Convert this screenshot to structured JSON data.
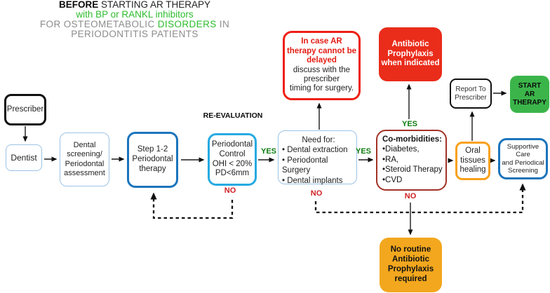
{
  "title": {
    "line1_bold": "BEFORE",
    "line1_rest": " STARTING AR THERAPY",
    "line2": "with BP or RANKL inhibitors",
    "line3_pre": "FOR OSTEOMETABOLIC ",
    "line3_green": "DISORDERS",
    "line3_post": " IN",
    "line4": "PERIODONTITIS PATIENTS"
  },
  "labels": {
    "yes": "YES",
    "no": "NO",
    "reevaluation": "RE-EVALUATION"
  },
  "flow": {
    "prescriber": "Prescriber",
    "dentist": "Dentist",
    "dental_screening": "Dental\nscreening/\nPeriodontal\nassessment",
    "step12": "Step 1-2\nPeriodontal\ntherapy",
    "perio_control": "Periodontal\nControl\nOHI < 20%\nPD<6mm",
    "need": {
      "title": "Need for:",
      "items": [
        "• Dental extraction",
        "• Periodontal Surgery",
        "• Dental implants"
      ]
    },
    "comorbidities": {
      "title": "Co-morbidities:",
      "items": [
        "•Diabetes,",
        "•RA,",
        "•Steroid Therapy",
        "•CVD"
      ]
    },
    "in_case": {
      "emphasis": "In case AR\ntherapy cannot be\ndelayed",
      "body": "discuss with the\nprescriber\ntiming for surgery."
    },
    "antibiotic_prophylaxis": "Antibiotic\nProphylaxis\nwhen indicated",
    "oral_tissues": "Oral\ntissues\nhealing",
    "report_to_prescriber": "Report To\nPrescriber",
    "start_ar_therapy": "START\nAR\nTHERAPY",
    "supportive_care": "Supportive Care\nand Periodical\nScreening",
    "no_routine": "No routine\nAntibiotic\nProphylaxis\nrequired"
  },
  "colors": {
    "title_green": "#2ebc2e",
    "title_gray": "#8c8c8c",
    "yes_green": "#0d7c10",
    "no_red": "#cf1f23",
    "red_border": "#ee2016",
    "red_fill": "#ea2c1b",
    "dark_red_border": "#a23327",
    "orange_border": "#f9a01b",
    "amber_fill": "#f2a71e",
    "blue_dark": "#1c74bb",
    "blue_light": "#27aae1",
    "blue_pale": "#9dc3e6",
    "green_fill": "#3bb54a"
  }
}
